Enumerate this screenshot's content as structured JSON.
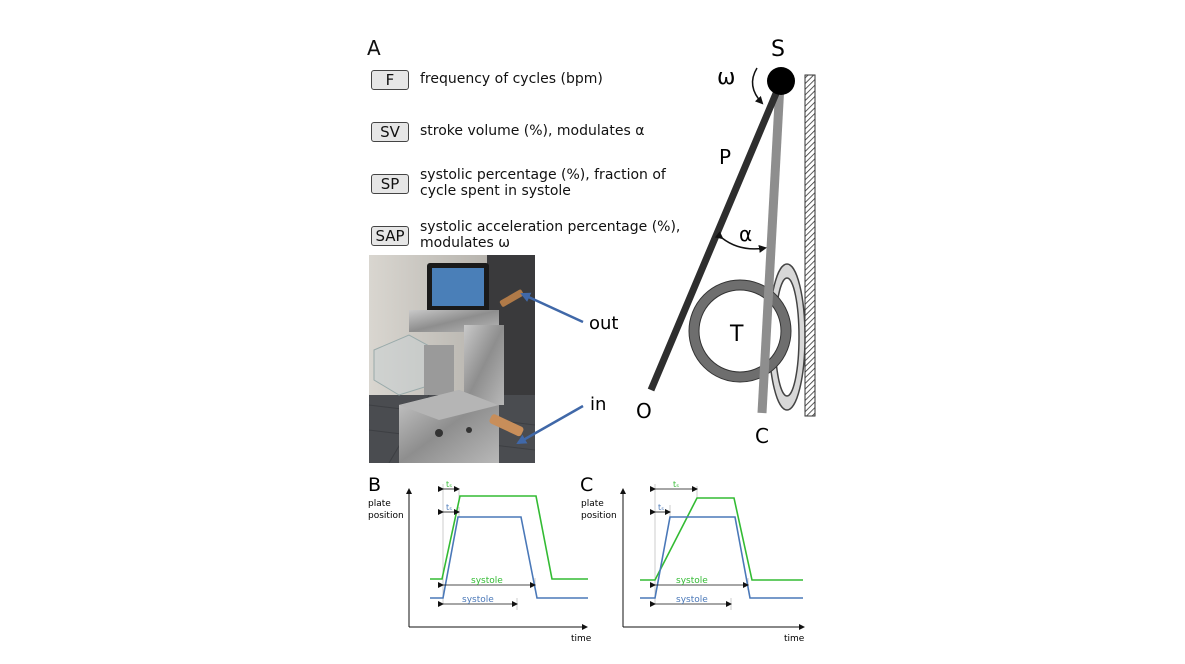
{
  "panel_a": {
    "label": "A",
    "params": [
      {
        "key": "F",
        "desc_lines": [
          "frequency of cycles (bpm)"
        ]
      },
      {
        "key": "SV",
        "desc_lines": [
          "stroke volume (%), modulates α"
        ]
      },
      {
        "key": "SP",
        "desc_lines": [
          "systolic percentage (%), fraction of",
          "cycle spent in systole"
        ]
      },
      {
        "key": "SAP",
        "desc_lines": [
          "systolic acceleration percentage (%),",
          "modulates ω"
        ]
      }
    ],
    "photo_labels": {
      "out": "out",
      "in": "in"
    }
  },
  "mechanism": {
    "labels": {
      "S": "S",
      "omega": "ω",
      "P": "P",
      "alpha": "α",
      "T": "T",
      "O": "O",
      "C": "C"
    }
  },
  "panel_b": {
    "label": "B",
    "ylabel_lines": [
      "plate",
      "position"
    ],
    "xlabel": "time",
    "green_t_label": "tₛ",
    "blue_t_label": "tₛ",
    "systole_green": "systole",
    "systole_blue": "systole"
  },
  "panel_c": {
    "label": "C",
    "ylabel_lines": [
      "plate",
      "position"
    ],
    "xlabel": "time",
    "green_t_label": "tₛ",
    "blue_t_label": "tₛ",
    "systole_green": "systole",
    "systole_blue": "systole"
  },
  "colors": {
    "green": "#33bb33",
    "blue": "#4a78b8",
    "arrow_blue": "#4068a8"
  }
}
